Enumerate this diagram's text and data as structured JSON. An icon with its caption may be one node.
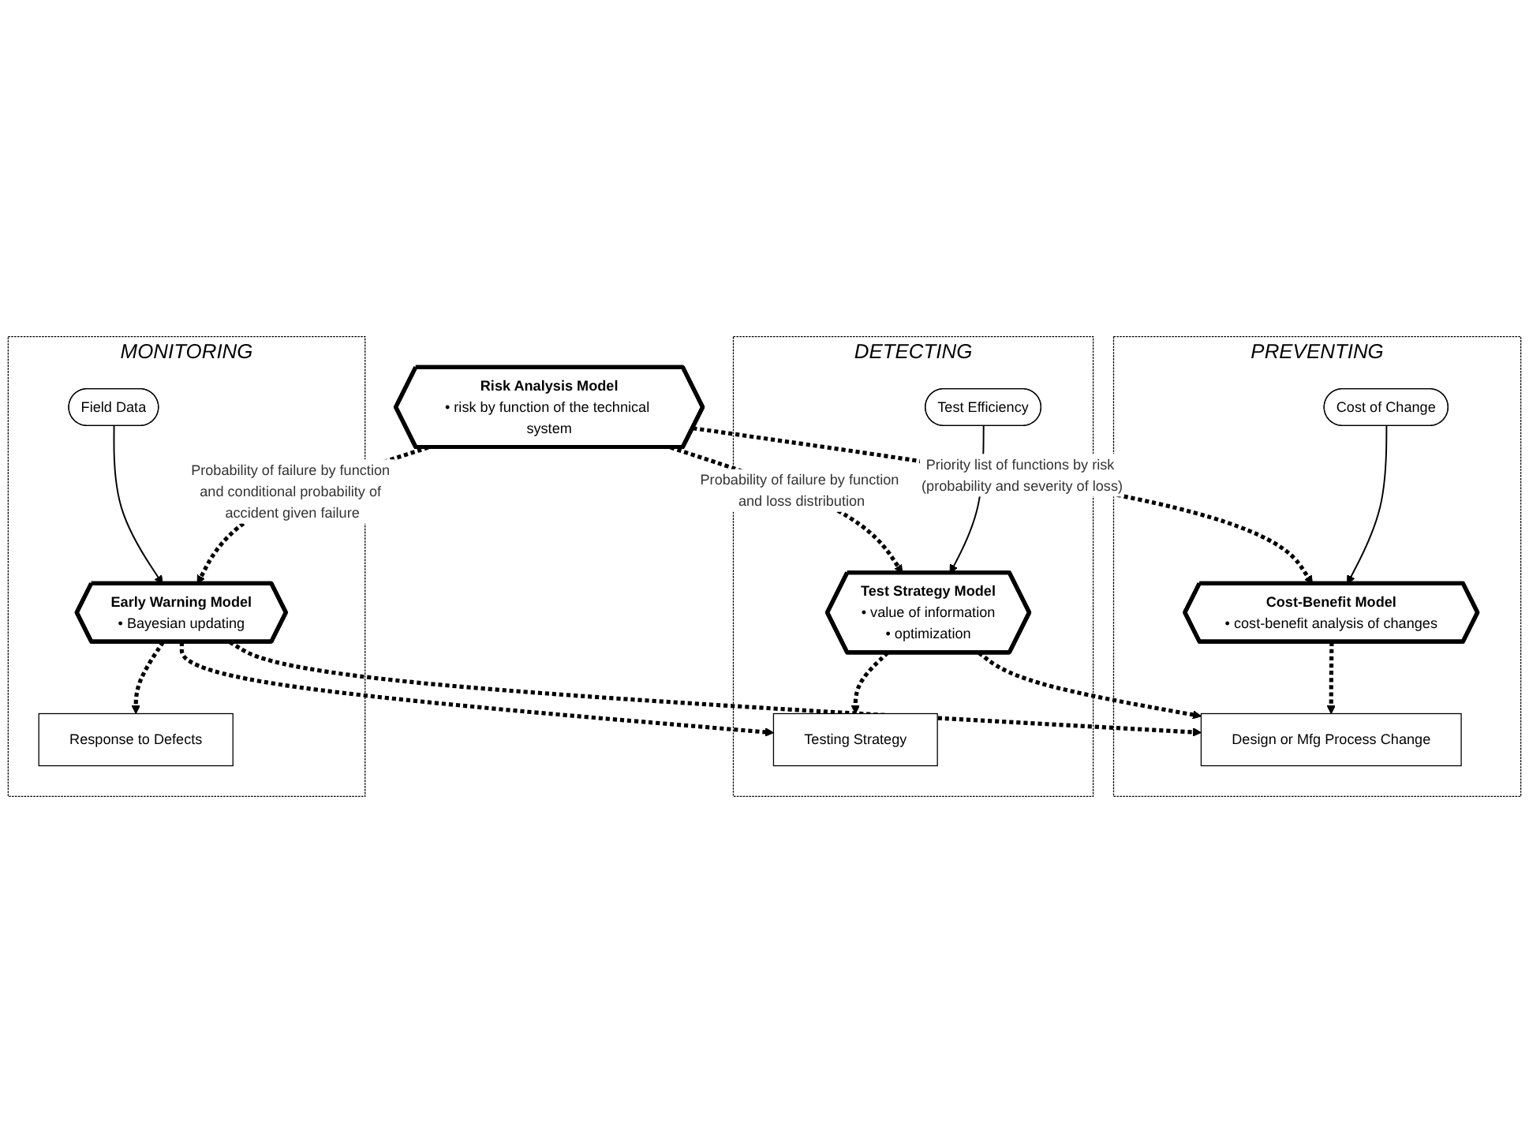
{
  "diagram": {
    "nodes": [
      {
        "text": [
          "Risk Analysis Model",
          "• risk by function of the technical system"
        ]
      },
      {
        "text": [
          "PREVENTING"
        ]
      },
      {
        "text": [
          "Cost-Benefit Model",
          "• cost-benefit analysis of changes"
        ],
        "in": 1
      },
      {
        "text": [
          "Cost of Change"
        ],
        "in": 1
      },
      {
        "text": [
          "Design or Mfg Process Change"
        ],
        "in": 1
      },
      {
        "text": [
          "DETECTING"
        ]
      },
      {
        "text": [
          "Test Strategy Model",
          "• value of information",
          "• optimization"
        ],
        "in": 5
      },
      {
        "text": [
          "Test Efficiency"
        ],
        "in": 5
      },
      {
        "text": [
          "Testing Strategy"
        ],
        "in": 5
      },
      {
        "text": [
          "MONITORING"
        ]
      },
      {
        "text": [
          "Early Warning Model",
          "• Bayesian updating"
        ],
        "in": 9
      },
      {
        "text": [
          "Field Data"
        ],
        "in": 9
      },
      {
        "text": [
          "Response to Defects"
        ],
        "in": 9
      }
    ],
    "edges": [
      {
        "from": 0,
        "to": 2,
        "arrow": "to",
        "style": "dashed",
        "label": "Priority list of functions by risk (probability and severity of loss)"
      },
      {
        "from": 0,
        "to": 6,
        "arrow": "to",
        "style": "dashed",
        "label": "Probability of failure by function and loss distribution"
      },
      {
        "from": 0,
        "to": 10,
        "arrow": "to",
        "style": "dashed",
        "label": "Probability of failure by function and conditional probability of accident given failure"
      },
      {
        "from": 3,
        "to": 2,
        "arrow": "to"
      },
      {
        "from": 2,
        "to": 4,
        "arrow": "to",
        "style": "dashed"
      },
      {
        "from": 6,
        "to": 4,
        "arrow": "to",
        "style": "dashed"
      },
      {
        "from": 7,
        "to": 6,
        "arrow": "to"
      },
      {
        "from": 6,
        "to": 8,
        "arrow": "to",
        "style": "dashed"
      },
      {
        "from": 10,
        "to": 4,
        "arrow": "to",
        "style": "dashed"
      },
      {
        "from": 10,
        "to": 8,
        "arrow": "to",
        "style": "dashed"
      },
      {
        "from": 11,
        "to": 10,
        "arrow": "to"
      },
      {
        "from": 10,
        "to": 12,
        "arrow": "to",
        "style": "dashed"
      }
    ]
  }
}
